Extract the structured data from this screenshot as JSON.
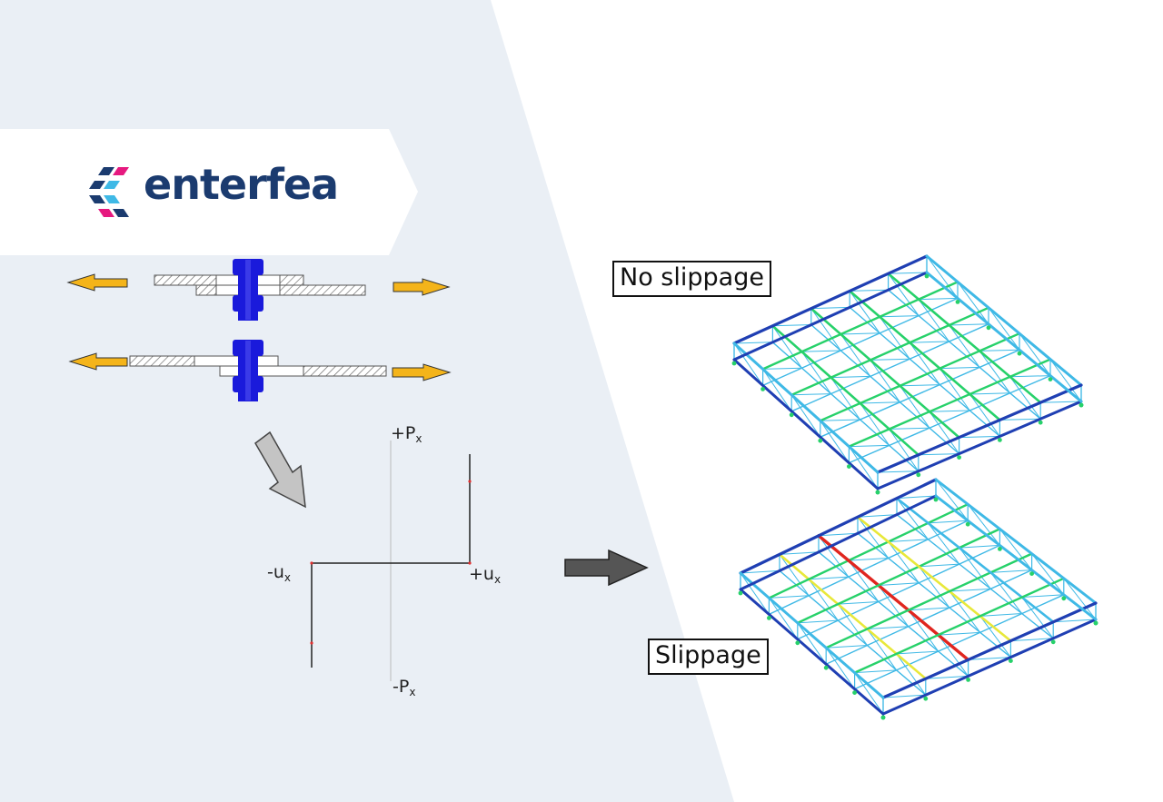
{
  "brand": {
    "name": "enterfea"
  },
  "labels": {
    "no_slippage": "No slippage",
    "slippage": "Slippage"
  },
  "diagram": {
    "py_pos_main": "+P",
    "py_pos_sub": "x",
    "py_neg_main": "-P",
    "py_neg_sub": "x",
    "ux_neg_main": "-u",
    "ux_neg_sub": "x",
    "ux_pos_main": "+u",
    "ux_pos_sub": "x"
  },
  "colors": {
    "background_panel": "#eaeff5",
    "brand_navy": "#1b3b6f",
    "brand_pink": "#e6197f",
    "bolt": "#1a1adb",
    "force_arrow": "#f4b41a",
    "frame_blue": "#1f3fb3",
    "frame_cyan": "#3fb9e6",
    "frame_green": "#27d16a",
    "frame_yellow": "#e8e83a",
    "frame_red": "#e0261f"
  }
}
